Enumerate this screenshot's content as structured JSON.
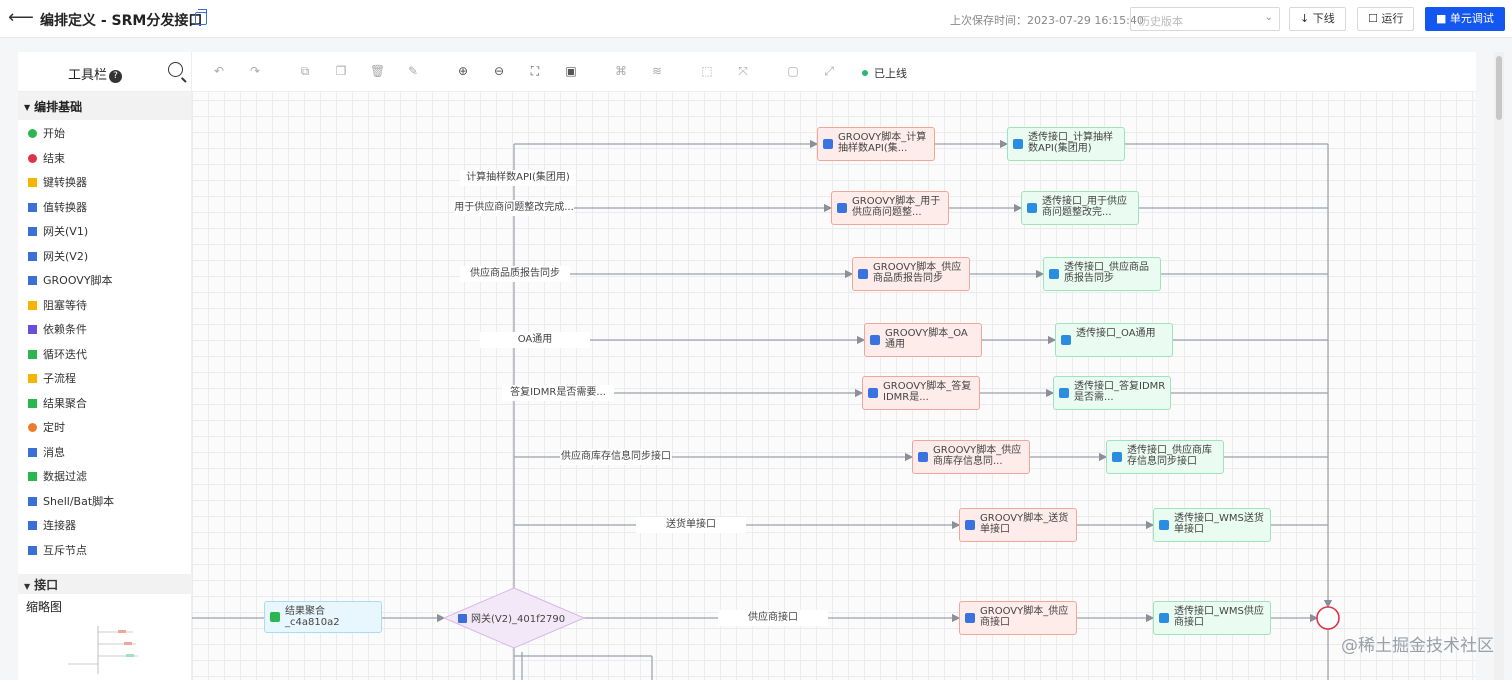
{
  "header": {
    "title": "编排定义 - SRM分发接口",
    "last_saved": "上次保存时间：2023-07-29 16:15:40",
    "history_placeholder": "历史版本",
    "download_label": "下线",
    "run_label": "运行",
    "debug_label": "单元调试"
  },
  "toolbox": {
    "title": "工具栏",
    "section_basic": "编排基础",
    "items": [
      {
        "label": "开始",
        "icon": "start-icon",
        "color": "#2bb650"
      },
      {
        "label": "结束",
        "icon": "end-icon",
        "color": "#e0334a"
      },
      {
        "label": "键转换器",
        "icon": "key-converter-icon",
        "color": "#f4b400"
      },
      {
        "label": "值转换器",
        "icon": "value-converter-icon",
        "color": "#3a6fd8"
      },
      {
        "label": "网关(V1)",
        "icon": "gateway-icon",
        "color": "#3a6fd8"
      },
      {
        "label": "网关(V2)",
        "icon": "gateway-icon",
        "color": "#3a6fd8"
      },
      {
        "label": "GROOVY脚本",
        "icon": "script-icon",
        "color": "#3a6fd8"
      },
      {
        "label": "阻塞等待",
        "icon": "hourglass-icon",
        "color": "#f4b400"
      },
      {
        "label": "依赖条件",
        "icon": "dependency-icon",
        "color": "#6a4fd8"
      },
      {
        "label": "循环迭代",
        "icon": "loop-icon",
        "color": "#2bb650"
      },
      {
        "label": "子流程",
        "icon": "subflow-icon",
        "color": "#f4b400"
      },
      {
        "label": "结果聚合",
        "icon": "aggregate-icon",
        "color": "#2bb650"
      },
      {
        "label": "定时",
        "icon": "timer-icon",
        "color": "#f07a2b"
      },
      {
        "label": "消息",
        "icon": "message-icon",
        "color": "#3a6fd8"
      },
      {
        "label": "数据过滤",
        "icon": "filter-icon",
        "color": "#2bb650"
      },
      {
        "label": "Shell/Bat脚本",
        "icon": "shell-icon",
        "color": "#3a6fd8"
      },
      {
        "label": "连接器",
        "icon": "connector-icon",
        "color": "#3a6fd8"
      },
      {
        "label": "互斥节点",
        "icon": "mutex-icon",
        "color": "#3a6fd8"
      }
    ],
    "section_interface": "接口",
    "minimap_label": "缩略图"
  },
  "canvas": {
    "status": "已上线",
    "branches": [
      {
        "edge_label": "计算抽样数API(集团用)",
        "groovy": "GROOVY脚本_计算抽样数API(集...",
        "iface": "透传接口_计算抽样数API(集团用)"
      },
      {
        "edge_label": "用于供应商问题整改完成...",
        "groovy": "GROOVY脚本_用于供应商问题整...",
        "iface": "透传接口_用于供应商问题整改完..."
      },
      {
        "edge_label": "供应商品质报告同步",
        "groovy": "GROOVY脚本_供应商品质报告同步",
        "iface": "透传接口_供应商品质报告同步"
      },
      {
        "edge_label": "OA通用",
        "groovy": "GROOVY脚本_OA通用",
        "iface": "透传接口_OA通用"
      },
      {
        "edge_label": "答复IDMR是否需要...",
        "groovy": "GROOVY脚本_答复IDMR是...",
        "iface": "透传接口_答复IDMR是否需..."
      },
      {
        "edge_label": "供应商库存信息同步接口",
        "groovy": "GROOVY脚本_供应商库存信息同...",
        "iface": "透传接口_供应商库存信息同步接口"
      },
      {
        "edge_label": "送货单接口",
        "groovy": "GROOVY脚本_送货单接口",
        "iface": "透传接口_WMS送货单接口"
      },
      {
        "edge_label": "供应商接口",
        "groovy": "GROOVY脚本_供应商接口",
        "iface": "透传接口_WMS供应商接口"
      }
    ],
    "aggregate_node": "结果聚合_c4a810a2",
    "gateway_node": "网关(V2)_401f2790"
  },
  "watermark": "@稀土掘金技术社区"
}
